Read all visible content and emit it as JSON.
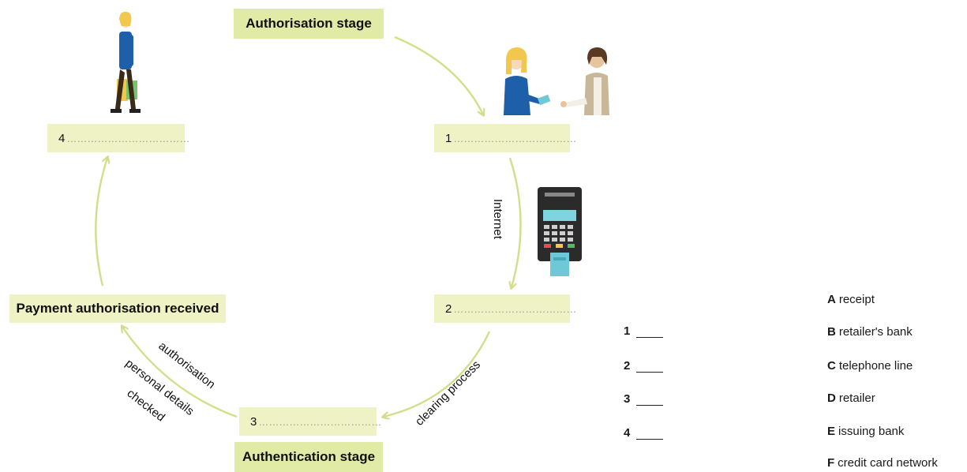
{
  "stages": {
    "authorisation": "Authorisation stage",
    "authentication": "Authentication stage",
    "payment_received": "Payment authorisation received"
  },
  "blanks": [
    {
      "number": "1",
      "dots": "………………………………"
    },
    {
      "number": "2",
      "dots": "………………………………"
    },
    {
      "number": "3",
      "dots": "………………………………"
    },
    {
      "number": "4",
      "dots": "………………………………"
    }
  ],
  "arrow_labels": {
    "internet": "Internet",
    "clearing": "clearing process",
    "authorisation": "authorisation",
    "personal_details": "personal details",
    "checked": "checked"
  },
  "answers": [
    {
      "number": "1"
    },
    {
      "number": "2"
    },
    {
      "number": "3"
    },
    {
      "number": "4"
    }
  ],
  "options": [
    {
      "letter": "A",
      "text": "receipt"
    },
    {
      "letter": "B",
      "text": "retailer's bank"
    },
    {
      "letter": "C",
      "text": "telephone line"
    },
    {
      "letter": "D",
      "text": "retailer"
    },
    {
      "letter": "E",
      "text": "issuing bank"
    },
    {
      "letter": "F",
      "text": "credit card network"
    }
  ],
  "colors": {
    "box_fill": "#eef2c4",
    "title_fill": "#e2eba6",
    "arrow": "#d4de8a",
    "shirt_blue": "#1d5fa8",
    "hair_blonde": "#f1c84b"
  },
  "icons": [
    "shopper-icon",
    "customer-icon",
    "shop-assistant-icon",
    "card-terminal-icon"
  ]
}
